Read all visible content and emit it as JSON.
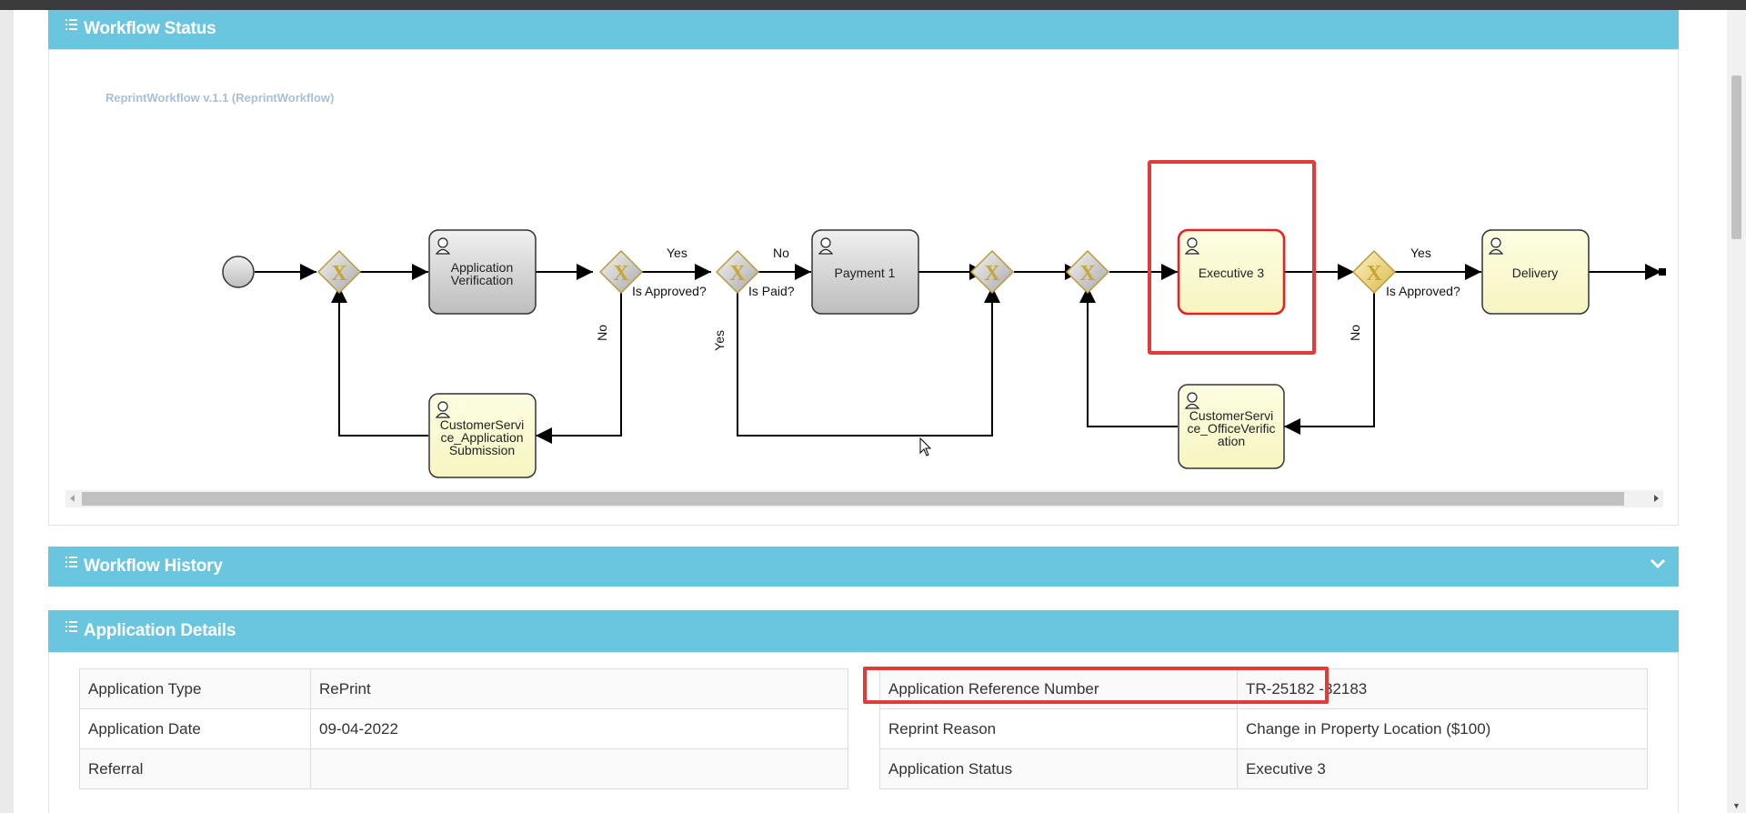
{
  "workflow_status": {
    "title": "Workflow Status",
    "process_label": "ReprintWorkflow v.1.1 (ReprintWorkflow)",
    "tasks": [
      {
        "id": "application-verification",
        "lines": [
          "Application",
          "Verification"
        ],
        "state": "completed"
      },
      {
        "id": "payment-1",
        "lines": [
          "Payment 1"
        ],
        "state": "completed"
      },
      {
        "id": "executive-3",
        "lines": [
          "Executive 3"
        ],
        "state": "active"
      },
      {
        "id": "delivery",
        "lines": [
          "Delivery"
        ],
        "state": "pending"
      },
      {
        "id": "customer-service-application-submission",
        "lines": [
          "CustomerServi",
          "ce_Application",
          "Submission"
        ],
        "state": "pending"
      },
      {
        "id": "customer-service-office-verification",
        "lines": [
          "CustomerServi",
          "ce_OfficeVerific",
          "ation"
        ],
        "state": "pending"
      }
    ],
    "flow_labels": {
      "yes_1": "Yes",
      "is_approved_1": "Is Approved?",
      "no_1": "No",
      "is_paid": "Is Paid?",
      "yes_2": "Yes",
      "no_2": "No",
      "yes_3": "Yes",
      "is_approved_2": "Is Approved?",
      "no_3": "No"
    },
    "gateway_symbol": "X",
    "highlight_color": "#e03c3c"
  },
  "workflow_history": {
    "title": "Workflow History",
    "collapse_icon": "chevron-down-icon"
  },
  "application_details": {
    "title": "Application Details",
    "left_rows": [
      {
        "label": "Application Type",
        "value": "RePrint"
      },
      {
        "label": "Application Date",
        "value": "09-04-2022"
      },
      {
        "label": "Referral",
        "value": ""
      }
    ],
    "right_rows": [
      {
        "label": "Application Reference Number",
        "value": "TR-25182 -32183"
      },
      {
        "label": "Reprint Reason",
        "value": "Change in Property Location ($100)"
      },
      {
        "label": "Application Status",
        "value": "Executive 3"
      }
    ]
  },
  "colors": {
    "panel_header": "#6ac5df",
    "task_completed": "#d6d6d6",
    "task_pending": "#fcfccf",
    "task_active_border": "#e82020",
    "gateway": "#e8cc70"
  }
}
